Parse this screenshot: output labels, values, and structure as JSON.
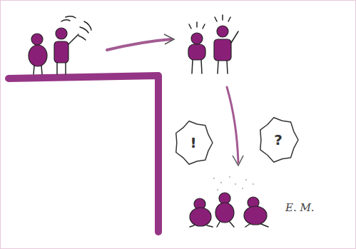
{
  "diagram": {
    "nodes": [
      {
        "text": [
          "!"
        ]
      },
      {
        "text": [
          "?"
        ]
      }
    ],
    "labels": [
      "E. M."
    ]
  }
}
